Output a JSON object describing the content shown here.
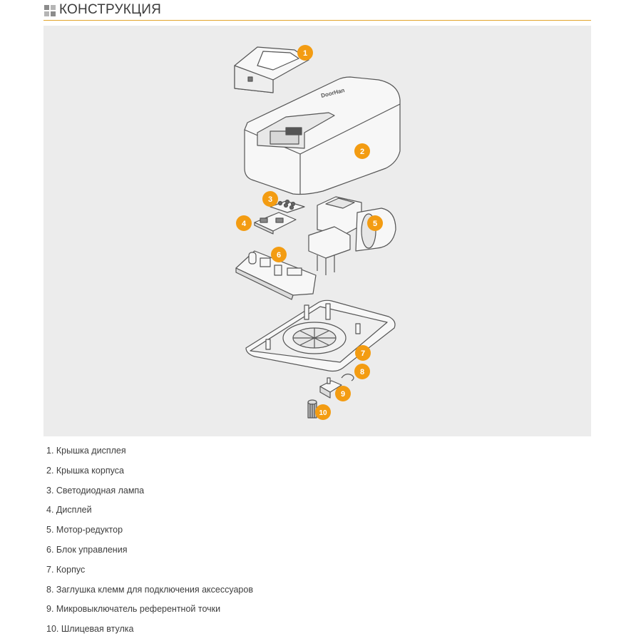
{
  "header": {
    "title": "КОНСТРУКЦИЯ",
    "icon": "grid-icon"
  },
  "figure": {
    "background": "#ececec",
    "accent_color": "#f39c12",
    "brand_mark": "DoorHan",
    "callouts": [
      "1",
      "2",
      "3",
      "4",
      "5",
      "6",
      "7",
      "8",
      "9",
      "10"
    ]
  },
  "parts": [
    "1. Крышка дисплея",
    "2. Крышка корпуса",
    "3. Светодиодная лампа",
    "4. Дисплей",
    "5. Мотор-редуктор",
    "6. Блок управления",
    "7. Корпус",
    "8. Заглушка клемм для подключения аксессуаров",
    "9. Микровыключатель референтной точки",
    "10. Шлицевая втулка"
  ]
}
